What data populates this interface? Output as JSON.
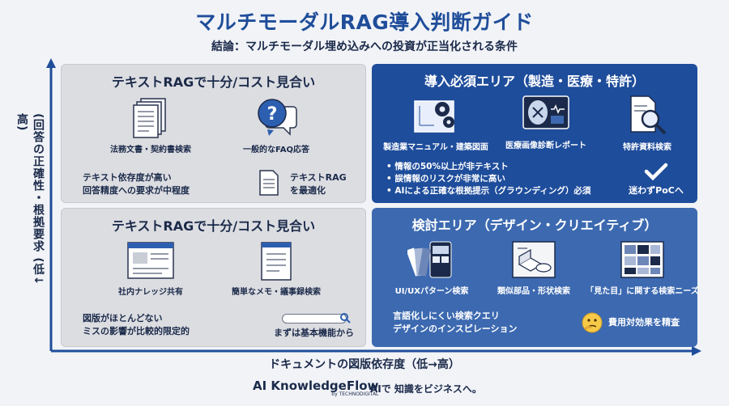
{
  "header": {
    "title": "マルチモーダルRAG導入判断ガイド",
    "subtitle": "結論：マルチモーダル埋め込みへの投資が正当化される条件"
  },
  "axes": {
    "y_label": "(回答の正確性・根拠要求 (低↓高)",
    "x_label": "ドキュメントの図版依存度（低→高）"
  },
  "quadrants": {
    "top_left": {
      "title": "テキストRAGで十分/コスト見合い",
      "items": [
        {
          "label": "法務文書・契約書検索",
          "icon": "documents-icon"
        },
        {
          "label": "一般的なFAQ応答",
          "icon": "faq-bubble-icon"
        }
      ],
      "note": [
        "テキスト依存度が高い",
        "回答精度への要求が中程度"
      ],
      "badge": [
        "テキストRAG",
        "を最適化"
      ]
    },
    "top_right": {
      "title": "導入必須エリア（製造・医療・特許）",
      "items": [
        {
          "label": "製造業マニュアル・建築図面",
          "icon": "blueprint-gears-icon"
        },
        {
          "label": "医療画像診断レポート",
          "icon": "medical-scan-icon"
        },
        {
          "label": "特許資料検索",
          "icon": "patent-search-icon"
        }
      ],
      "bullets": [
        "情報の50%以上が非テキスト",
        "誤情報のリスクが非常に高い",
        "AIによる正確な根拠提示（グラウンディング）必須"
      ],
      "badge": "迷わずPoCへ"
    },
    "bottom_left": {
      "title": "テキストRAGで十分/コスト見合い",
      "items": [
        {
          "label": "社内ナレッジ共有",
          "icon": "browser-page-icon"
        },
        {
          "label": "簡単なメモ・議事録検索",
          "icon": "memo-icon"
        }
      ],
      "note": [
        "図版がほとんどない",
        "ミスの影響が比較的限定的"
      ],
      "badge": "まずは基本機能から"
    },
    "bottom_right": {
      "title": "検討エリア（デザイン・クリエイティブ）",
      "items": [
        {
          "label": "UI/UXパターン検索",
          "icon": "ui-palette-icon"
        },
        {
          "label": "類似部品・形状検索",
          "icon": "3d-parts-icon"
        },
        {
          "label": "「見た目」に関する検索ニーズ",
          "icon": "image-grid-icon"
        }
      ],
      "note": [
        "言語化しにくい検索クエリ",
        "デザインのインスピレーション"
      ],
      "badge": "費用対効果を精査"
    }
  },
  "footer": {
    "logo": "AI KnowledgeFlow",
    "logo_by": "by TECHNODIGITAL",
    "tagline": "AIで 知識をビジネスへ。"
  },
  "colors": {
    "title_blue": "#1f4d9a",
    "quad_gray": "#dcdde1",
    "quad_dark_blue": "#1e4d9b",
    "quad_blue": "#3c69b0",
    "axis": "#1f4d9a"
  }
}
